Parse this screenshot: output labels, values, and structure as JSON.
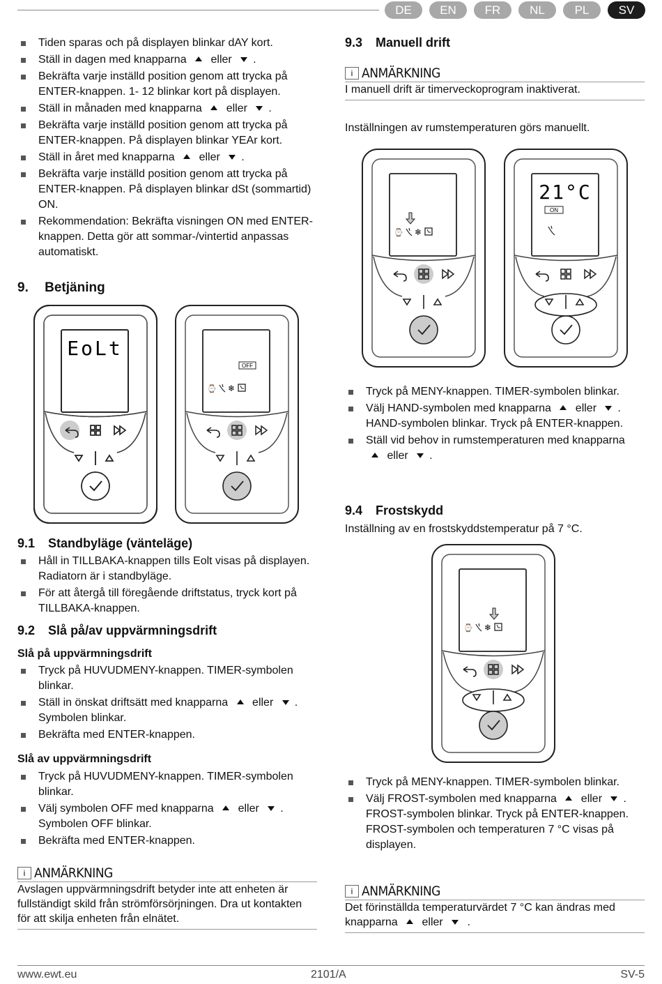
{
  "languages": [
    {
      "code": "DE",
      "active": false
    },
    {
      "code": "EN",
      "active": false
    },
    {
      "code": "FR",
      "active": false
    },
    {
      "code": "NL",
      "active": false
    },
    {
      "code": "PL",
      "active": false
    },
    {
      "code": "SV",
      "active": true
    }
  ],
  "left": {
    "intro_items": [
      "Tiden sparas och på displayen blinkar dAY kort.",
      "Ställ in dagen med knapparna ⏶ eller ⏷.",
      "Bekräfta varje inställd position genom att trycka på ENTER-knappen. 1- 12 blinkar kort på displayen.",
      "Ställ in månaden med knapparna ⏶ eller ⏷.",
      "Bekräfta varje inställd position genom att trycka på ENTER-knappen. På displayen blinkar YEAr kort.",
      "Ställ in året med knapparna ⏶ eller ⏷.",
      "Bekräfta varje inställd position genom att trycka på ENTER-knappen. På displayen blinkar dSt (sommartid) ON.",
      "Rekommendation: Bekräfta visningen ON med ENTER-knappen. Detta gör att sommar-/vintertid anpassas automatiskt."
    ],
    "s9_num": "9.",
    "s9_title": "Betjäning",
    "device1_display": "EoLt",
    "device2_badge": "OFF",
    "s91_num": "9.1",
    "s91_title": "Standbyläge (vänteläge)",
    "s91_items": [
      "Håll in TILLBAKA-knappen tills Eolt visas på displayen. Radiatorn är i standbyläge.",
      "För att återgå till föregående driftstatus, tryck kort på TILLBAKA-knappen."
    ],
    "s92_num": "9.2",
    "s92_title": "Slå på/av uppvärmningsdrift",
    "on_title": "Slå på uppvärmningsdrift",
    "on_items": [
      "Tryck på HUVUDMENY-knappen. TIMER-symbolen blinkar.",
      "Ställ in önskat driftsätt med knapparna ⏶ eller ⏷. Symbolen blinkar.",
      "Bekräfta med ENTER-knappen."
    ],
    "off_title": "Slå av uppvärmningsdrift",
    "off_items": [
      "Tryck på HUVUDMENY-knappen. TIMER-symbolen blinkar.",
      "Välj symbolen OFF med knapparna ⏶ eller ⏷. Symbolen OFF blinkar.",
      "Bekräfta med ENTER-knappen."
    ],
    "note_label": "i",
    "note_title": "ANMÄRKNING",
    "note_text": "Avslagen uppvärmningsdrift betyder inte att enheten är fullständigt skild från strömförsörjningen. Dra ut kontakten för att skilja enheten från elnätet."
  },
  "right": {
    "s93_num": "9.3",
    "s93_title": "Manuell drift",
    "note1_label": "i",
    "note1_title": "ANMÄRKNING",
    "note1_text": "I manuell drift är timerveckoprogram inaktiverat.",
    "s93_text": "Inställningen av rumstemperaturen görs manuellt.",
    "device4_display": "21°C",
    "device4_badge": "ON",
    "s93_items": [
      "Tryck på MENY-knappen. TIMER-symbolen blinkar.",
      "Välj HAND-symbolen med knapparna ⏶ eller ⏷. HAND-symbolen blinkar. Tryck på ENTER-knappen.",
      "Ställ vid behov in rumstemperaturen med knapparna ⏶ eller ⏷."
    ],
    "s94_num": "9.4",
    "s94_title": "Frostskydd",
    "s94_text": "Inställning av en frostskyddstemperatur på 7 °C.",
    "s94_items": [
      "Tryck på MENY-knappen. TIMER-symbolen blinkar.",
      "Välj FROST-symbolen med knapparna ⏶ eller ⏷. FROST-symbolen blinkar. Tryck på ENTER-knappen. FROST-symbolen och temperaturen 7 °C visas på displayen."
    ],
    "note2_label": "i",
    "note2_title": "ANMÄRKNING",
    "note2_text": "Det förinställda temperaturvärdet 7 °C kan ändras med knapparna ⏶ eller ⏷ ."
  },
  "footer": {
    "website": "www.ewt.eu",
    "doc_code": "2101/A",
    "page": "SV-5"
  }
}
